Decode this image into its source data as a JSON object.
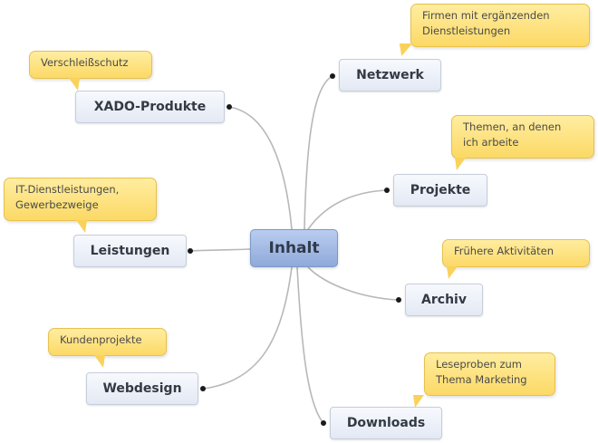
{
  "center": {
    "label": "Inhalt"
  },
  "topics": {
    "xado": {
      "label": "XADO-Produkte",
      "note": "Verschleißschutz"
    },
    "leistungen": {
      "label": "Leistungen",
      "note_line1": "IT-Dienstleistungen,",
      "note_line2": "Gewerbezweige"
    },
    "webdesign": {
      "label": "Webdesign",
      "note": "Kundenprojekte"
    },
    "netzwerk": {
      "label": "Netzwerk",
      "note_line1": "Firmen mit ergänzenden",
      "note_line2": "Dienstleistungen"
    },
    "projekte": {
      "label": "Projekte",
      "note_line1": "Themen, an denen",
      "note_line2": "ich arbeite"
    },
    "archiv": {
      "label": "Archiv",
      "note": "Frühere Aktivitäten"
    },
    "downloads": {
      "label": "Downloads",
      "note_line1": "Leseproben zum",
      "note_line2": "Thema Marketing"
    }
  },
  "colors": {
    "center_fill": "#9fb8e3",
    "topic_fill": "#eef2fa",
    "note_fill": "#fde27a",
    "connector": "#b5b5b5"
  }
}
